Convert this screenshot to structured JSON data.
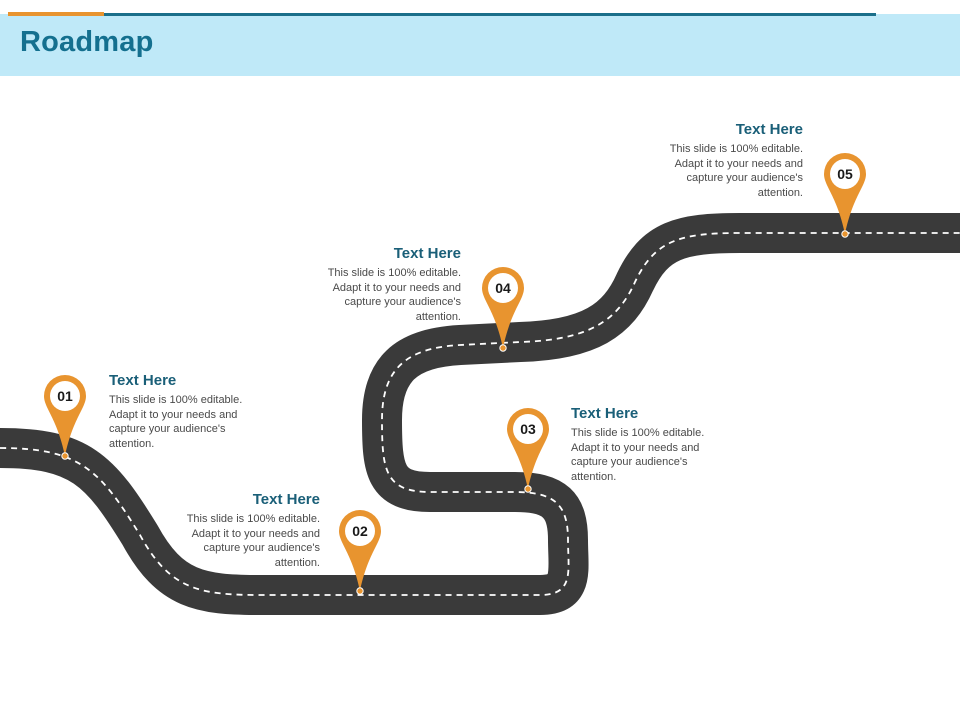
{
  "header": {
    "title": "Roadmap"
  },
  "colors": {
    "accent": "#e8942f",
    "title": "#14708f",
    "header_band": "#bfe9f8",
    "road": "#3a3a3a"
  },
  "milestones": [
    {
      "number": "01",
      "title": "Text Here",
      "desc": "This slide is 100% editable. Adapt it to your needs and capture your audience's attention."
    },
    {
      "number": "02",
      "title": "Text Here",
      "desc": "This slide is 100% editable. Adapt it to your needs and capture your audience's attention."
    },
    {
      "number": "03",
      "title": "Text Here",
      "desc": "This slide is 100% editable. Adapt it to your needs and capture your audience's attention."
    },
    {
      "number": "04",
      "title": "Text Here",
      "desc": "This slide is 100% editable. Adapt it to your needs and capture your audience's attention."
    },
    {
      "number": "05",
      "title": "Text Here",
      "desc": "This slide is 100% editable. Adapt it to your needs and capture your audience's attention."
    }
  ]
}
